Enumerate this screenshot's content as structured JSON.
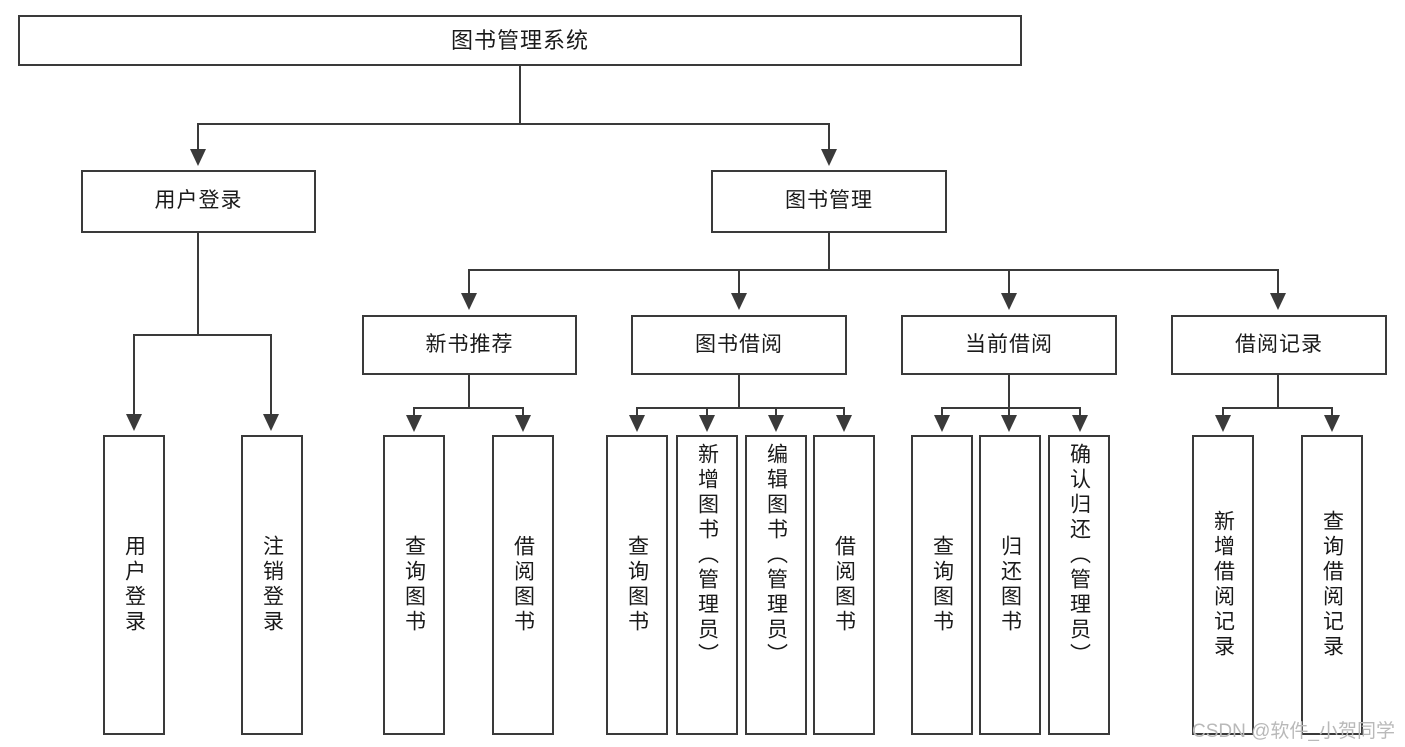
{
  "diagram": {
    "title": "图书管理系统",
    "type": "tree",
    "root": {
      "label": "图书管理系统"
    },
    "level2": [
      {
        "label": "用户登录"
      },
      {
        "label": "图书管理"
      }
    ],
    "level3": [
      {
        "label": "新书推荐"
      },
      {
        "label": "图书借阅"
      },
      {
        "label": "当前借阅"
      },
      {
        "label": "借阅记录"
      }
    ],
    "leaves": {
      "user_login": [
        {
          "label": "用户登录"
        },
        {
          "label": "注销登录"
        }
      ],
      "new_book_recommend": [
        {
          "label": "查询图书"
        },
        {
          "label": "借阅图书"
        }
      ],
      "book_borrow": [
        {
          "label": "查询图书"
        },
        {
          "label": "新增图书（管理员）"
        },
        {
          "label": "编辑图书（管理员）"
        },
        {
          "label": "借阅图书"
        }
      ],
      "current_borrow": [
        {
          "label": "查询图书"
        },
        {
          "label": "归还图书"
        },
        {
          "label": "确认归还（管理员）"
        }
      ],
      "borrow_record": [
        {
          "label": "新增借阅记录"
        },
        {
          "label": "查询借阅记录"
        }
      ]
    }
  },
  "watermark": {
    "text": "CSDN @软件_小贺同学"
  },
  "colors": {
    "stroke": "#3a3a3a",
    "fill": "#ffffff",
    "text": "#1a1a1a",
    "watermark": "#b9b9b9"
  }
}
